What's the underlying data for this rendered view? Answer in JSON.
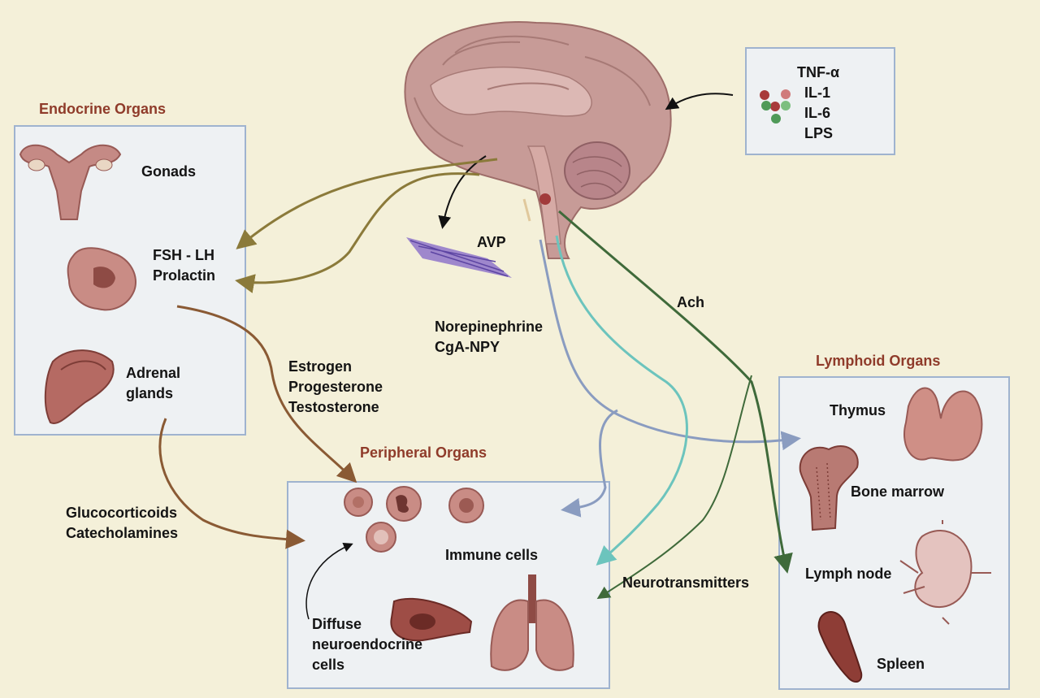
{
  "sections": {
    "endocrine": "Endocrine Organs",
    "peripheral": "Peripheral Organs",
    "lymphoid": "Lymphoid Organs"
  },
  "endocrine": {
    "gonads": "Gonads",
    "fsh_lh": "FSH - LH\nProlactin",
    "adrenal": "Adrenal\nglands"
  },
  "brain": {
    "avp": "AVP",
    "ach": "Ach",
    "norepinephrine": "Norepinephrine\nCgA-NPY"
  },
  "cytokines": {
    "items": [
      "TNF-α",
      "IL-1",
      "IL-6",
      "LPS"
    ]
  },
  "hormones": {
    "sex_steroids": "Estrogen\nProgesterone\nTestosterone",
    "gluco": "Glucocorticoids\nCatecholamines"
  },
  "peripheral": {
    "immune_cells": "Immune cells",
    "diffuse": "Diffuse\nneuroendocrine\ncells"
  },
  "lymphoid": {
    "thymus": "Thymus",
    "bone_marrow": "Bone marrow",
    "lymph_node": "Lymph node",
    "spleen": "Spleen"
  },
  "neurotransmitters": "Neurotransmitters",
  "colors": {
    "background": "#f4f0d9",
    "box_border": "#9fb3cf",
    "title": "#8f3b2a",
    "olive_arrow": "#8b7a3a",
    "brown_arrow": "#8a5a34",
    "gray_blue_arrow": "#8a9cc0",
    "teal_arrow": "#6cc4bd",
    "green_arrow": "#3f6a3a",
    "tissue": "#b97c76"
  }
}
